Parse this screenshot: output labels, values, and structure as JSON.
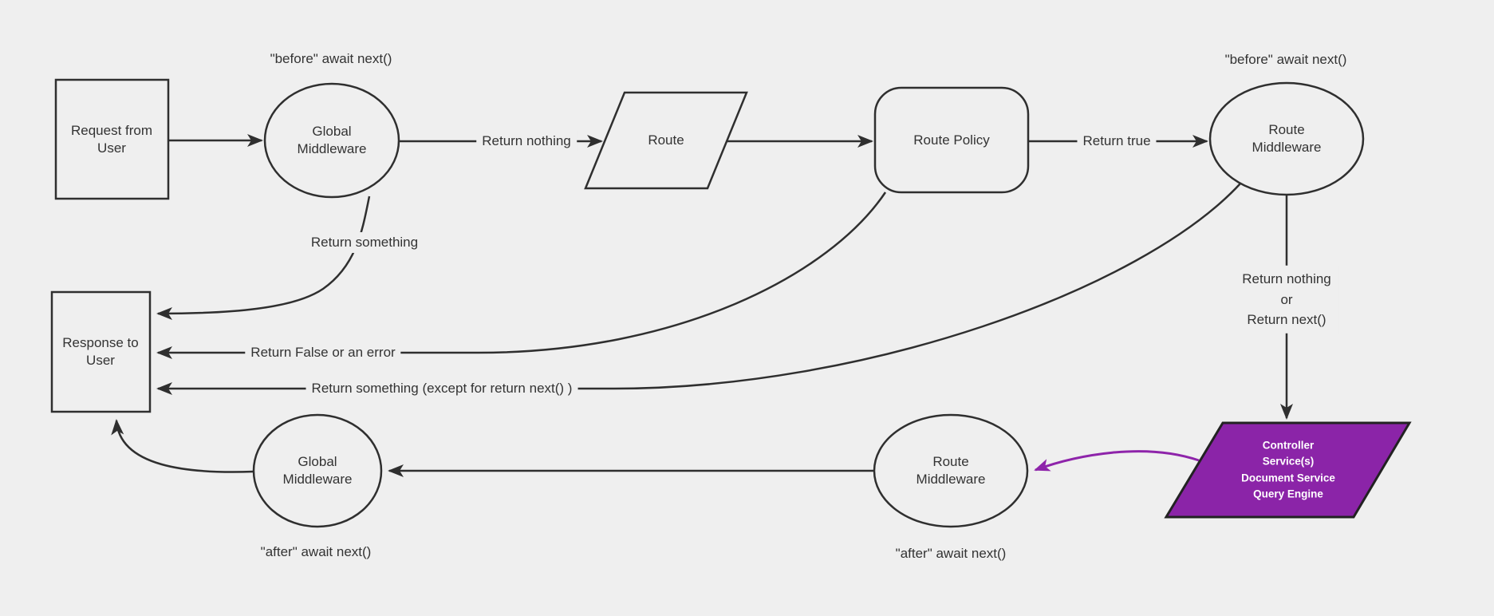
{
  "colors": {
    "background": "#efefef",
    "node_fill": "#efefef",
    "stroke": "#2f2f2f",
    "text": "#333333",
    "purple_fill": "#8b24a8",
    "purple_stroke": "#222222",
    "purple_edge": "#8e24aa",
    "white": "#ffffff"
  },
  "nodes": {
    "request": {
      "label": "Request from User",
      "shape": "rectangle"
    },
    "global_middleware_top": {
      "label": "Global Middleware",
      "shape": "ellipse"
    },
    "route": {
      "label": "Route",
      "shape": "parallelogram"
    },
    "route_policy": {
      "label": "Route Policy",
      "shape": "rounded-rectangle"
    },
    "route_middleware_top": {
      "label": "Route Middleware",
      "shape": "ellipse"
    },
    "response": {
      "label": "Response to User",
      "shape": "rectangle"
    },
    "global_middleware_bottom": {
      "label": "Global Middleware",
      "shape": "ellipse"
    },
    "route_middleware_bottom": {
      "label": "Route Middleware",
      "shape": "ellipse"
    },
    "controller": {
      "shape": "parallelogram",
      "lines": [
        "Controller",
        "Service(s)",
        "Document Service",
        "Query Engine"
      ]
    }
  },
  "edge_labels": {
    "return_nothing": "Return nothing",
    "return_true": "Return true",
    "return_something": "Return something",
    "return_false_or_error": "Return False or an error",
    "return_something_except": "Return something (except for return next() )",
    "return_nothing_or": {
      "line1": "Return nothing",
      "line2": "or",
      "line3": "Return next()"
    }
  },
  "annotations": {
    "before_await_top_left": "\"before\" await next()",
    "before_await_top_right": "\"before\" await next()",
    "after_await_bottom_left": "\"after\" await next()",
    "after_await_bottom_right": "\"after\" await next()"
  }
}
